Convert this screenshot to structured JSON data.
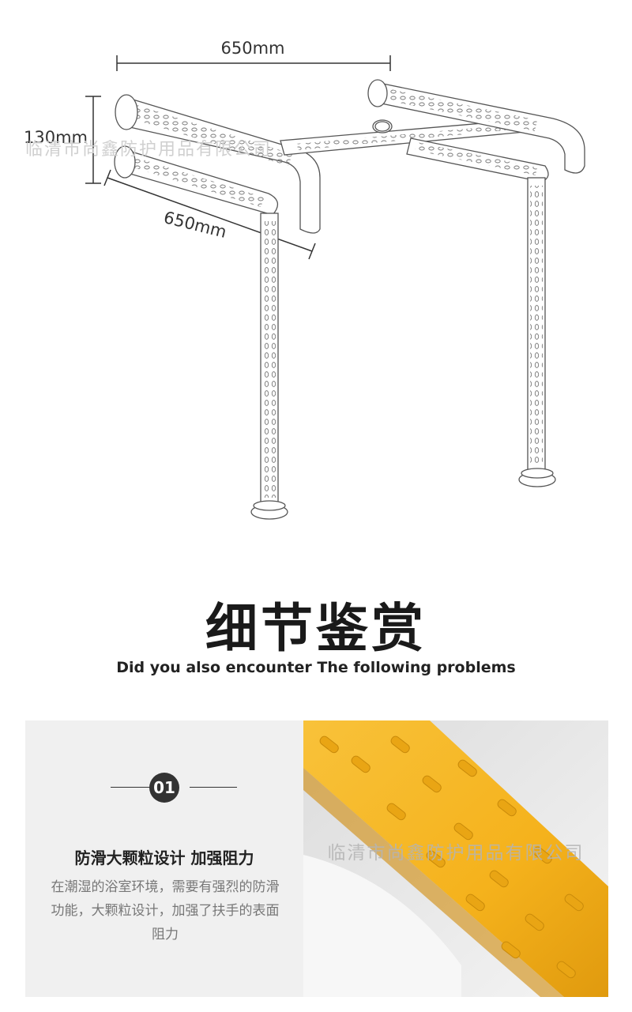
{
  "diagram": {
    "dim_top": "650mm",
    "dim_left": "130mm",
    "dim_diagonal": "650mm",
    "watermark": "临清市尚鑫防护用品有限公司"
  },
  "section": {
    "title": "细节鉴赏",
    "subtitle": "Did you also encounter The following problems"
  },
  "feature": {
    "number": "01",
    "title": "防滑大颗粒设计 加强阻力",
    "desc": "在潮湿的浴室环境，需要有强烈的防滑功能，大颗粒设计，加强了扶手的表面阻力"
  },
  "photo": {
    "watermark": "临清市尚鑫防护用品有限公司",
    "colors": {
      "bar": "#f5b21c",
      "bar_dark": "#e09a0e",
      "base": "#e8e8e8"
    }
  }
}
